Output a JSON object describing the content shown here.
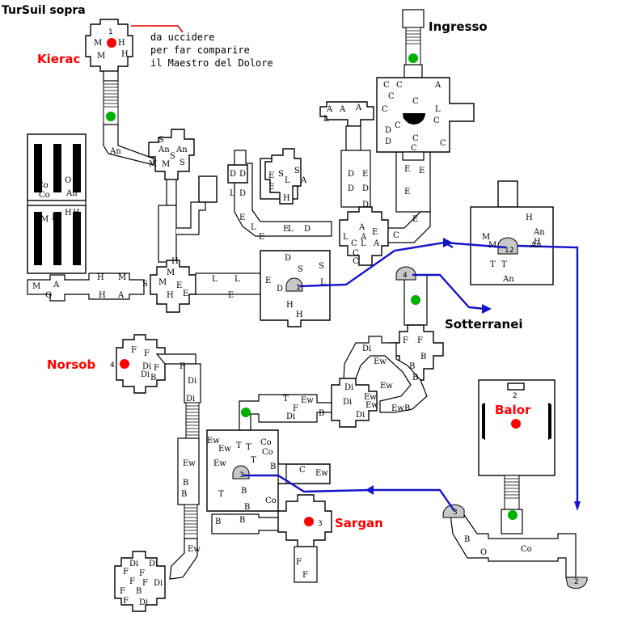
{
  "map_title": "TurSuil sopra",
  "entrance_label": "Ingresso",
  "note_lines": [
    "da uccidere",
    "per far comparire",
    "il Maestro del Dolore"
  ],
  "sotterranei_label": "Sotterranei",
  "colors": {
    "boss_marker": "#ff0000",
    "entrance_marker": "#00b000",
    "route": "#1414c8",
    "portal": "#c8c8c8"
  },
  "bosses": [
    {
      "name": "Kierac",
      "number": "1"
    },
    {
      "name": "Norsob",
      "number": "4"
    },
    {
      "name": "Balor",
      "number": "2"
    },
    {
      "name": "Sargan",
      "number": "3"
    }
  ],
  "portals": [
    "1",
    "1",
    "2",
    "2",
    "3",
    "3",
    "4"
  ],
  "letters": [
    "M",
    "H",
    "M",
    "H",
    "An",
    "S",
    "An",
    "An",
    "M",
    "S",
    "M",
    "S",
    "Co",
    "O",
    "Co",
    "An",
    "M",
    "H",
    "M",
    "H",
    "M",
    "A",
    "O",
    "H",
    "M",
    "H",
    "A",
    "S",
    "M",
    "H",
    "M",
    "E",
    "H",
    "E",
    "L",
    "L",
    "E",
    "D",
    "D",
    "L",
    "D",
    "E",
    "L",
    "E",
    "E",
    "L",
    "D",
    "S",
    "E",
    "L",
    "E",
    "S",
    "A",
    "H",
    "D",
    "S",
    "E",
    "S",
    "D",
    "L",
    "H",
    "H",
    "A",
    "A",
    "A",
    "L",
    "C",
    "C",
    "C",
    "A",
    "C",
    "C",
    "L",
    "C",
    "D",
    "C",
    "D",
    "C",
    "C",
    "C",
    "C",
    "D",
    "E",
    "D",
    "D",
    "D",
    "E",
    "E",
    "E",
    "L",
    "A",
    "E",
    "C",
    "L",
    "A",
    "A",
    "C",
    "C",
    "C",
    "E",
    "H",
    "M",
    "M",
    "T",
    "An",
    "T",
    "H",
    "An",
    "An",
    "Di",
    "F",
    "F",
    "B",
    "Ew",
    "B",
    "B",
    "Ew",
    "Di",
    "Ew",
    "Di",
    "Ew",
    "Di",
    "B",
    "Ew",
    "T",
    "F",
    "Ew",
    "Di",
    "B",
    "F",
    "F",
    "Di",
    "F",
    "Di",
    "B",
    "F",
    "Di",
    "Di",
    "Ew",
    "B",
    "B",
    "Ew",
    "Ew",
    "Ew",
    "T",
    "T",
    "Co",
    "Co",
    "Ew",
    "T",
    "B",
    "C",
    "Ew",
    "T",
    "B",
    "Co",
    "B",
    "B",
    "B",
    "F",
    "F",
    "Di",
    "F",
    "F",
    "F",
    "F",
    "Di",
    "F",
    "B",
    "F",
    "Di",
    "Di",
    "B",
    "O",
    "Co"
  ]
}
